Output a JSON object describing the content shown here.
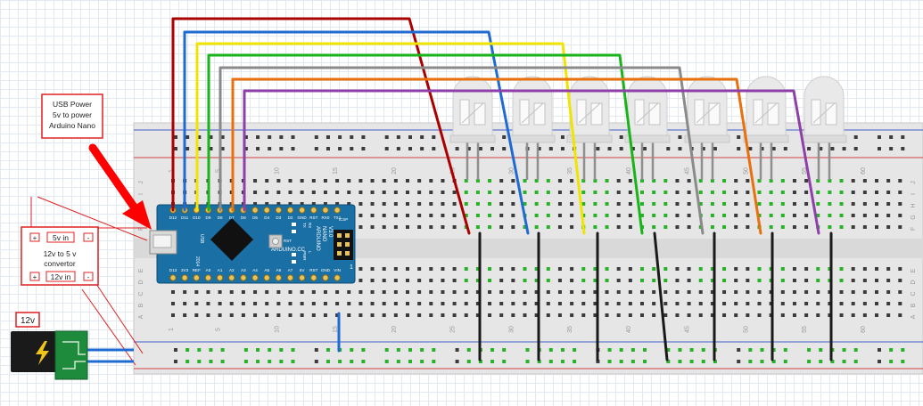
{
  "annotations": {
    "usb_power": [
      "USB Power",
      "5v to power",
      "Arduino Nano"
    ],
    "converter": [
      "12v to 5 v",
      "convertor"
    ],
    "five_v_in": "5v in",
    "twelve_v_in": "12v in",
    "plus": "+",
    "minus": "-",
    "supply": "12v"
  },
  "breadboard": {
    "column_numbers": [
      "1",
      "5",
      "10",
      "15",
      "20",
      "25",
      "30",
      "35",
      "40",
      "45",
      "50",
      "55",
      "60"
    ],
    "row_letters_top": [
      "J",
      "I",
      "H",
      "G",
      "F"
    ],
    "row_letters_bottom": [
      "E",
      "D",
      "C",
      "B",
      "A"
    ]
  },
  "arduino": {
    "top_pins": [
      "D12",
      "D11",
      "D10",
      "D9",
      "D8",
      "D7",
      "D6",
      "D5",
      "D4",
      "D3",
      "D2",
      "GND",
      "RST",
      "RX0",
      "TX1"
    ],
    "bottom_pins": [
      "D13",
      "3V3",
      "REF",
      "A0",
      "A1",
      "A2",
      "A3",
      "A4",
      "A5",
      "A6",
      "A7",
      "5V",
      "RST",
      "GND",
      "VIN"
    ],
    "brand": "ARDUINO.CC",
    "model": [
      "ARDUINO",
      "NANO",
      "V3.0"
    ],
    "icsp": "ICSP",
    "usb_label": "USB",
    "chip_label": "2014",
    "led_labels": [
      "TX",
      "RX",
      "PWR",
      "L"
    ],
    "rst_label": "RST",
    "pin1": "1"
  },
  "leds": {
    "count": 7
  },
  "colors": {
    "wire_red": "#aa0000",
    "wire_blue": "#1f6bd1",
    "wire_yellow": "#f0e400",
    "wire_green": "#19b419",
    "wire_gray": "#8a8a8a",
    "wire_orange": "#e8700d",
    "wire_purple": "#8e3fa8",
    "wire_black": "#1a1a1a",
    "annotation_red": "#e02020",
    "nano_blue": "#1a6fa5",
    "breadboard": "#e6e6e6"
  },
  "icons": {
    "power_jack": "lightning-bolt-icon",
    "arrow": "red-arrow-icon"
  }
}
